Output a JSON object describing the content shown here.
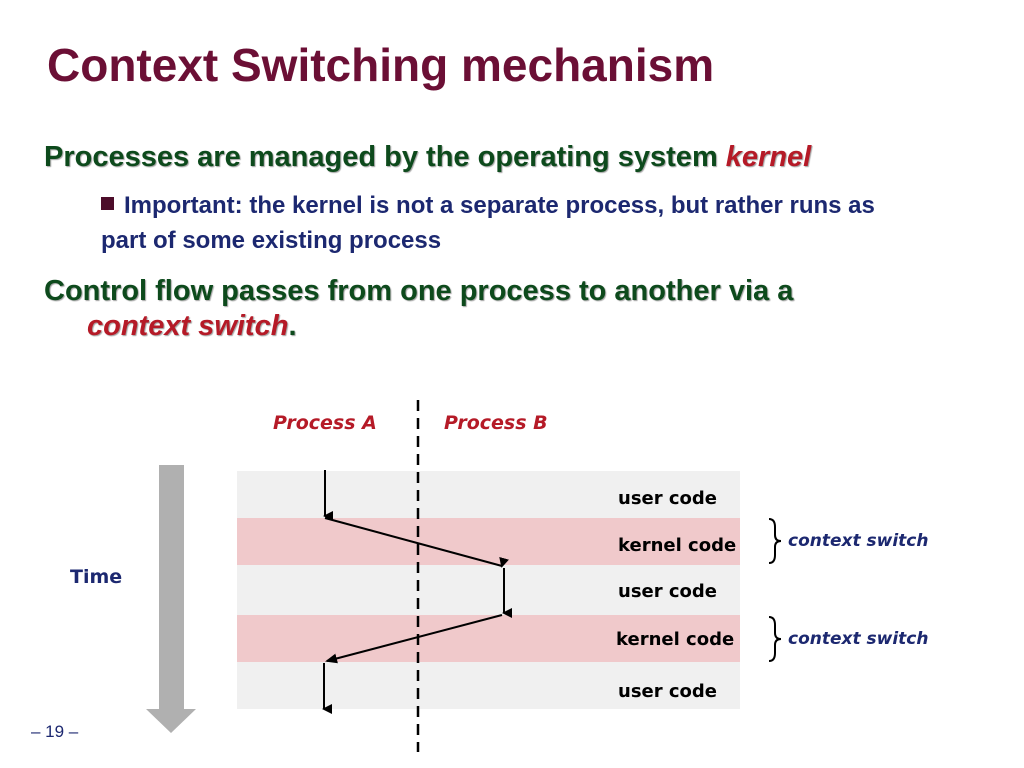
{
  "title": "Context Switching mechanism",
  "bullets": {
    "b1_main": "Processes are managed by the operating system ",
    "b1_emph": "kernel",
    "b1_sub": "Important: the kernel is not a separate process, but rather runs as part of some existing process",
    "b2_main": "Control flow passes from one process to another via a",
    "b2_emph": "context switch",
    "b2_end": "."
  },
  "diagram": {
    "process_a": "Process A",
    "process_b": "Process B",
    "time_label": "Time",
    "rows": [
      {
        "label": "user code",
        "type": "user"
      },
      {
        "label": "kernel code",
        "type": "kernel"
      },
      {
        "label": "user code",
        "type": "user"
      },
      {
        "label": "kernel code",
        "type": "kernel"
      },
      {
        "label": "user code",
        "type": "user"
      }
    ],
    "switch_labels": [
      "context switch",
      "context switch"
    ],
    "colors": {
      "user": "#f0f0f0",
      "kernel": "#f0c9cb",
      "time_arrow": "#b0b0b0"
    }
  },
  "page_number": "– 19 –"
}
